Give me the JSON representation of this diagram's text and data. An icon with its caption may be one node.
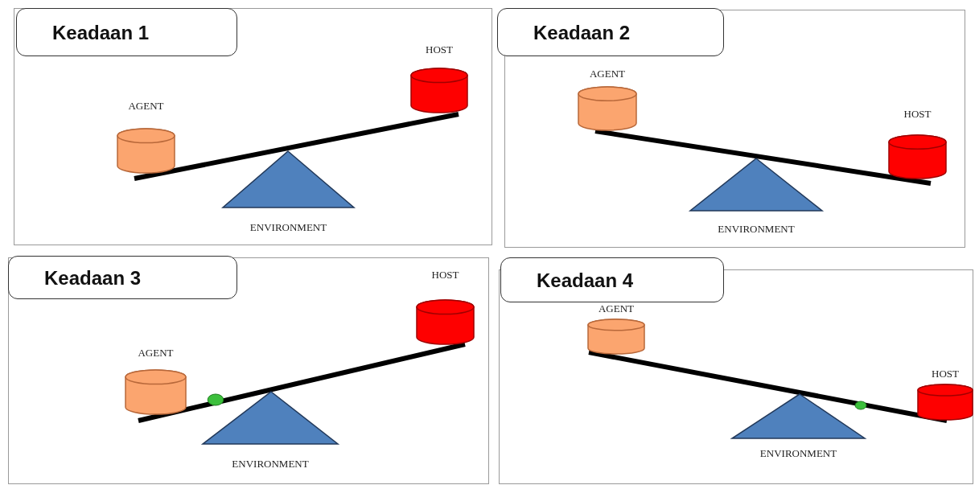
{
  "diagram": {
    "nodes": [
      {
        "text": [
          "Keadaan 1"
        ]
      },
      {
        "text": [
          "AGENT"
        ],
        "in": 0
      },
      {
        "text": [
          "HOST"
        ],
        "in": 0
      },
      {
        "text": [
          "ENVIRONMENT"
        ],
        "in": 0
      },
      {
        "text": [
          "Keadaan 2"
        ]
      },
      {
        "text": [
          "AGENT"
        ],
        "in": 4
      },
      {
        "text": [
          "HOST"
        ],
        "in": 4
      },
      {
        "text": [
          "ENVIRONMENT"
        ],
        "in": 4
      },
      {
        "text": [
          "Keadaan 3"
        ]
      },
      {
        "text": [
          "AGENT"
        ],
        "in": 8
      },
      {
        "text": [
          "HOST"
        ],
        "in": 8
      },
      {
        "text": [
          "ENVIRONMENT"
        ],
        "in": 8
      },
      {
        "text": [
          "Keadaan 4"
        ]
      },
      {
        "text": [
          "AGENT"
        ],
        "in": 12
      },
      {
        "text": [
          "HOST"
        ],
        "in": 12
      },
      {
        "text": [
          "ENVIRONMENT"
        ],
        "in": 12
      }
    ],
    "edges": [
      {
        "from": 1,
        "to": 2,
        "arrow": "none"
      },
      {
        "from": 5,
        "to": 6,
        "arrow": "none"
      },
      {
        "from": 9,
        "to": 10,
        "arrow": "none"
      },
      {
        "from": 13,
        "to": 14,
        "arrow": "none"
      }
    ]
  }
}
